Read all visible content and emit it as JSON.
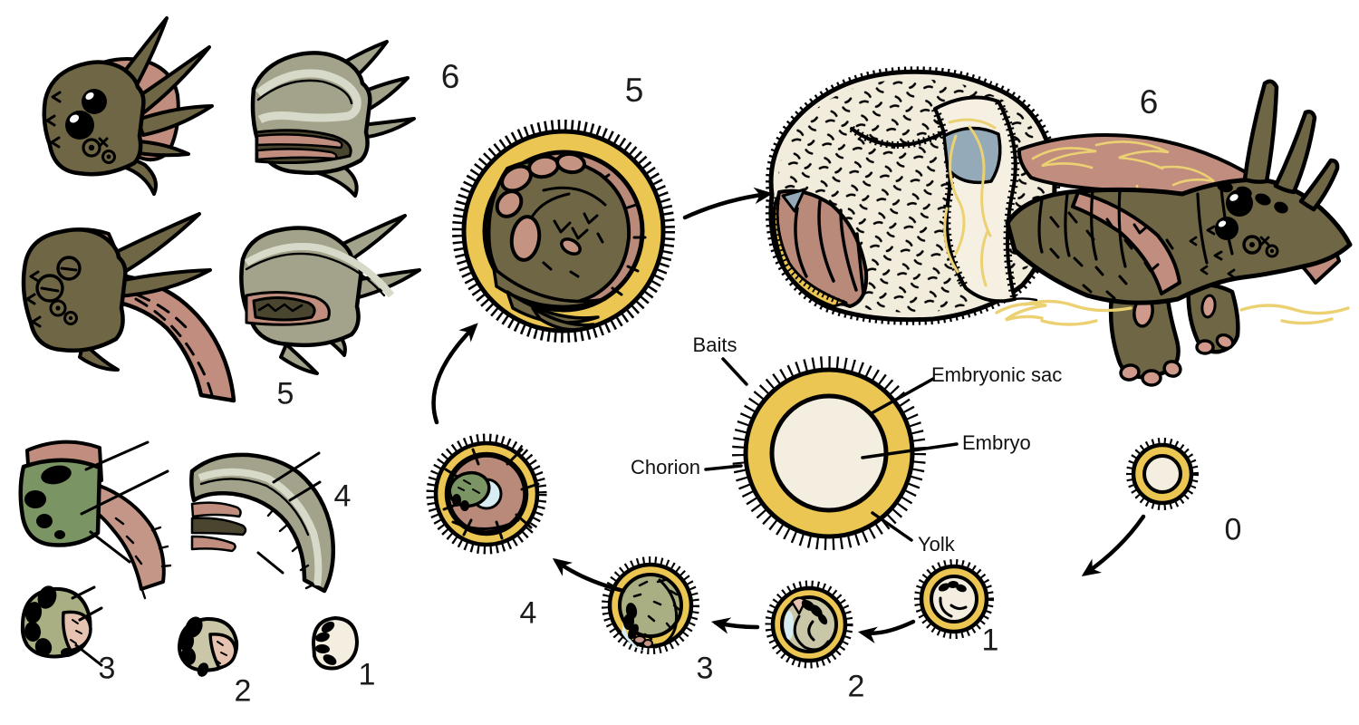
{
  "diagram": {
    "description": "Hand-drawn embryonic development cycle of a horned invertebrate: numbered egg stages 0-6 around a labeled egg cross-section, hatching scene, and head-anatomy insets",
    "egg_anatomy_labels": {
      "baits": "Baits",
      "embryonic_sac": "Embryonic sac",
      "embryo": "Embryo",
      "chorion": "Chorion",
      "yolk": "Yolk"
    },
    "cycle_stage_numbers": {
      "s0": "0",
      "s1": "1",
      "s2": "2",
      "s3": "3",
      "s4": "4",
      "s5": "5",
      "s6": "6"
    },
    "anatomy_stage_numbers": {
      "a1": "1",
      "a2": "2",
      "a3": "3",
      "a4": "4",
      "a5": "5",
      "a6": "6"
    }
  },
  "colors": {
    "paper": "#ffffff",
    "outline": "#000000",
    "egg_yellow": "#ecc653",
    "egg_cream": "#f3eee0",
    "shell_cream": "#f2ecdc",
    "body_olive": "#6f6646",
    "dark_olive": "#4a452f",
    "body_pink": "#c08d7e",
    "lobe_pink": "#c49382",
    "pale_pink": "#e5c3b0",
    "toe_pink": "#cf9a8b",
    "trunk_pink": "#c49687",
    "sheath_green": "#a3a28a",
    "sheath_stripe": "#d8dac9",
    "head_green": "#7b9464",
    "embryo_green": "#a9ae83",
    "embryo_pale": "#c9c7a8",
    "interior_mauve": "#b98a7a",
    "membrane_blue": "#95aab8",
    "fluid_blue": "#d8edf1",
    "silk_yellow": "#ecd172"
  }
}
